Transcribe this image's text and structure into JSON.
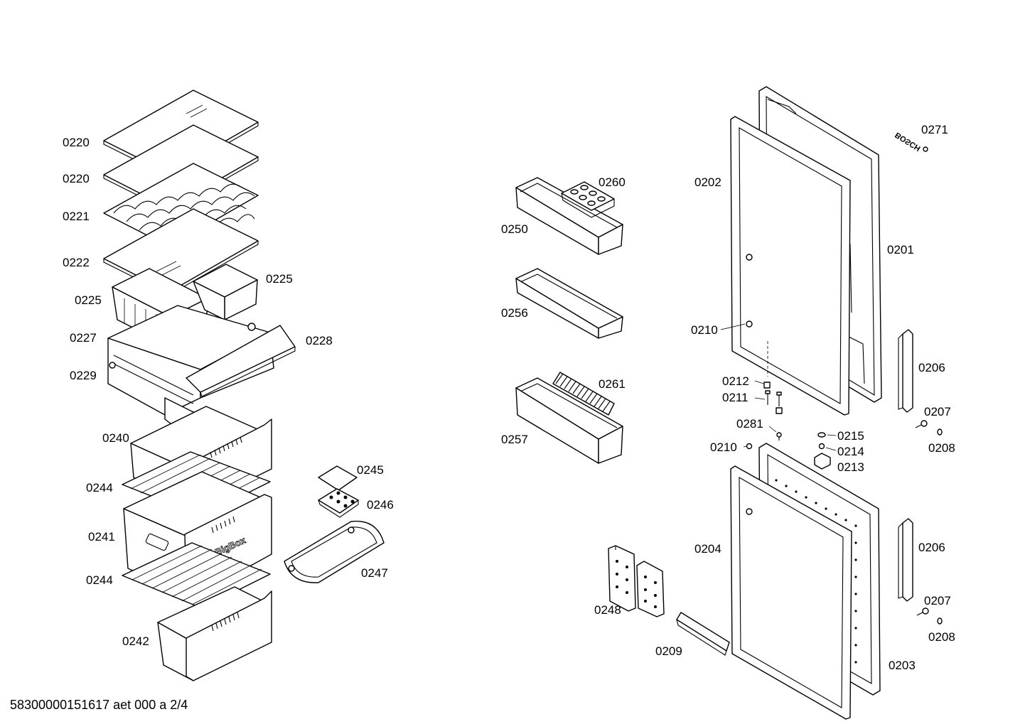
{
  "part_labels": [
    {
      "id": "p0220a",
      "text": "0220"
    },
    {
      "id": "p0220b",
      "text": "0220"
    },
    {
      "id": "p0221",
      "text": "0221"
    },
    {
      "id": "p0222",
      "text": "0222"
    },
    {
      "id": "p0225a",
      "text": "0225"
    },
    {
      "id": "p0225b",
      "text": "0225"
    },
    {
      "id": "p0227",
      "text": "0227"
    },
    {
      "id": "p0228",
      "text": "0228"
    },
    {
      "id": "p0229",
      "text": "0229"
    },
    {
      "id": "p0240",
      "text": "0240"
    },
    {
      "id": "p0244a",
      "text": "0244"
    },
    {
      "id": "p0241",
      "text": "0241"
    },
    {
      "id": "p0244b",
      "text": "0244"
    },
    {
      "id": "p0242",
      "text": "0242"
    },
    {
      "id": "p0245",
      "text": "0245"
    },
    {
      "id": "p0246",
      "text": "0246"
    },
    {
      "id": "p0247",
      "text": "0247"
    },
    {
      "id": "p0260",
      "text": "0260"
    },
    {
      "id": "p0250",
      "text": "0250"
    },
    {
      "id": "p0256",
      "text": "0256"
    },
    {
      "id": "p0261",
      "text": "0261"
    },
    {
      "id": "p0257",
      "text": "0257"
    },
    {
      "id": "p0248",
      "text": "0248"
    },
    {
      "id": "p0209",
      "text": "0209"
    },
    {
      "id": "p0202",
      "text": "0202"
    },
    {
      "id": "p0271",
      "text": "0271"
    },
    {
      "id": "p0201",
      "text": "0201"
    },
    {
      "id": "p0210a",
      "text": "0210"
    },
    {
      "id": "p0206a",
      "text": "0206"
    },
    {
      "id": "p0212",
      "text": "0212"
    },
    {
      "id": "p0211",
      "text": "0211"
    },
    {
      "id": "p0207a",
      "text": "0207"
    },
    {
      "id": "p0281",
      "text": "0281"
    },
    {
      "id": "p0215",
      "text": "0215"
    },
    {
      "id": "p0208a",
      "text": "0208"
    },
    {
      "id": "p0210b",
      "text": "0210"
    },
    {
      "id": "p0214",
      "text": "0214"
    },
    {
      "id": "p0213",
      "text": "0213"
    },
    {
      "id": "p0204",
      "text": "0204"
    },
    {
      "id": "p0206b",
      "text": "0206"
    },
    {
      "id": "p0207b",
      "text": "0207"
    },
    {
      "id": "p0208b",
      "text": "0208"
    },
    {
      "id": "p0203",
      "text": "0203"
    }
  ],
  "drawer_marking": "BigBox",
  "badge_marking": "BOSCH",
  "footer": "58300000151617 aet 000 a 2/4"
}
